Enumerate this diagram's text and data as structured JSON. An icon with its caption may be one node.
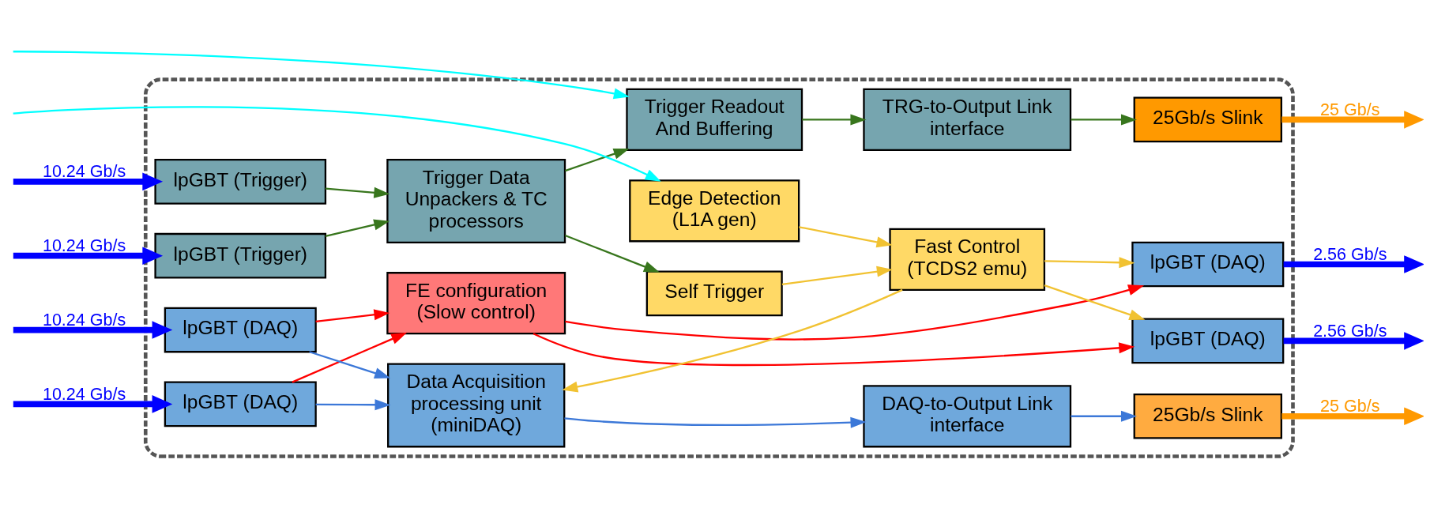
{
  "diagram": {
    "nodes": [
      {
        "text": [],
        "shape": "box"
      },
      {
        "text": [
          "lpGBT (DAQ)"
        ],
        "in": 0
      },
      {
        "text": [
          "lpGBT (DAQ)"
        ],
        "in": 0
      },
      {
        "text": [
          "Data Acquisition processing unit (miniDAQ)"
        ],
        "in": 0
      },
      {
        "text": [
          "FE configuration (Slow control)"
        ],
        "in": 0
      },
      {
        "text": [
          "DAQ-to-Output Link interface"
        ],
        "in": 0
      },
      {
        "text": [
          "25Gb/s Slink"
        ],
        "in": 0
      },
      {
        "text": [
          "lpGBT (DAQ)"
        ],
        "in": 0
      },
      {
        "text": [
          "lpGBT (DAQ)"
        ],
        "in": 0
      },
      {
        "text": [
          "Edge Detection (L1A gen)"
        ],
        "in": 0
      },
      {
        "text": [
          "Fast Control (TCDS2 emu)"
        ],
        "in": 0
      },
      {
        "text": [
          "lpGBT (Trigger)"
        ],
        "in": 0
      },
      {
        "text": [
          "lpGBT (Trigger)"
        ],
        "in": 0
      },
      {
        "text": [
          "Trigger Data Unpackers & TC processors"
        ],
        "in": 0
      },
      {
        "text": [
          "Self Trigger"
        ],
        "in": 0
      },
      {
        "text": [
          "Trigger Readout And Buffering"
        ],
        "in": 0
      },
      {
        "text": [
          "TRG-to-Output Link interface"
        ],
        "in": 0
      },
      {
        "text": [
          "25Gb/s Slink"
        ],
        "in": 0
      }
    ],
    "edges": [
      {
        "from": null,
        "to": 1,
        "arrow": "to",
        "label": "10.24 Gb/s",
        "style": "thick",
        "color": "#0000ff"
      },
      {
        "from": null,
        "to": 2,
        "arrow": "to",
        "label": "10.24 Gb/s",
        "style": "thick",
        "color": "#0000ff"
      },
      {
        "from": null,
        "to": 11,
        "arrow": "to",
        "label": "10.24 Gb/s",
        "style": "thick",
        "color": "#0000ff"
      },
      {
        "from": null,
        "to": 12,
        "arrow": "to",
        "label": "10.24 Gb/s",
        "style": "thick",
        "color": "#0000ff"
      },
      {
        "from": 1,
        "to": 3,
        "arrow": "to",
        "color": "#3c78d8"
      },
      {
        "from": 2,
        "to": 3,
        "arrow": "to",
        "color": "#3c78d8"
      },
      {
        "from": 1,
        "to": 4,
        "arrow": "to",
        "color": "#ff0000"
      },
      {
        "from": 2,
        "to": 4,
        "arrow": "to",
        "color": "#ff0000"
      },
      {
        "from": 3,
        "to": 5,
        "arrow": "to",
        "color": "#3c78d8"
      },
      {
        "from": 5,
        "to": 6,
        "arrow": "to",
        "color": "#3c78d8"
      },
      {
        "from": 6,
        "to": null,
        "arrow": "to",
        "label": "25 Gb/s",
        "style": "thick",
        "color": "#ff9900"
      },
      {
        "from": 4,
        "to": 7,
        "arrow": "to",
        "color": "#ff0000"
      },
      {
        "from": 4,
        "to": 8,
        "arrow": "to",
        "color": "#ff0000"
      },
      {
        "from": 10,
        "to": 3,
        "arrow": "to",
        "color": "#f1c232"
      },
      {
        "from": 10,
        "to": 7,
        "arrow": "to",
        "color": "#f1c232"
      },
      {
        "from": 10,
        "to": 8,
        "arrow": "to",
        "color": "#f1c232"
      },
      {
        "from": 7,
        "to": null,
        "arrow": "to",
        "label": "2.56 Gb/s",
        "style": "thick",
        "color": "#0000ff"
      },
      {
        "from": 8,
        "to": null,
        "arrow": "to",
        "label": "2.56 Gb/s",
        "style": "thick",
        "color": "#0000ff"
      },
      {
        "from": null,
        "to": 9,
        "arrow": "to",
        "color": "#00ffff"
      },
      {
        "from": null,
        "to": 15,
        "arrow": "to",
        "color": "#00ffff"
      },
      {
        "from": 9,
        "to": 10,
        "arrow": "to",
        "color": "#f1c232"
      },
      {
        "from": 14,
        "to": 10,
        "arrow": "to",
        "color": "#f1c232"
      },
      {
        "from": 11,
        "to": 13,
        "arrow": "to",
        "color": "#38761d"
      },
      {
        "from": 12,
        "to": 13,
        "arrow": "to",
        "color": "#38761d"
      },
      {
        "from": 13,
        "to": 14,
        "arrow": "to",
        "color": "#38761d"
      },
      {
        "from": 13,
        "to": 15,
        "arrow": "to",
        "color": "#38761d"
      },
      {
        "from": 15,
        "to": 16,
        "arrow": "to",
        "color": "#38761d"
      },
      {
        "from": 16,
        "to": 17,
        "arrow": "to",
        "color": "#38761d"
      },
      {
        "from": 17,
        "to": null,
        "arrow": "to",
        "label": "25 Gb/s",
        "style": "thick",
        "color": "#ff9900"
      }
    ]
  }
}
